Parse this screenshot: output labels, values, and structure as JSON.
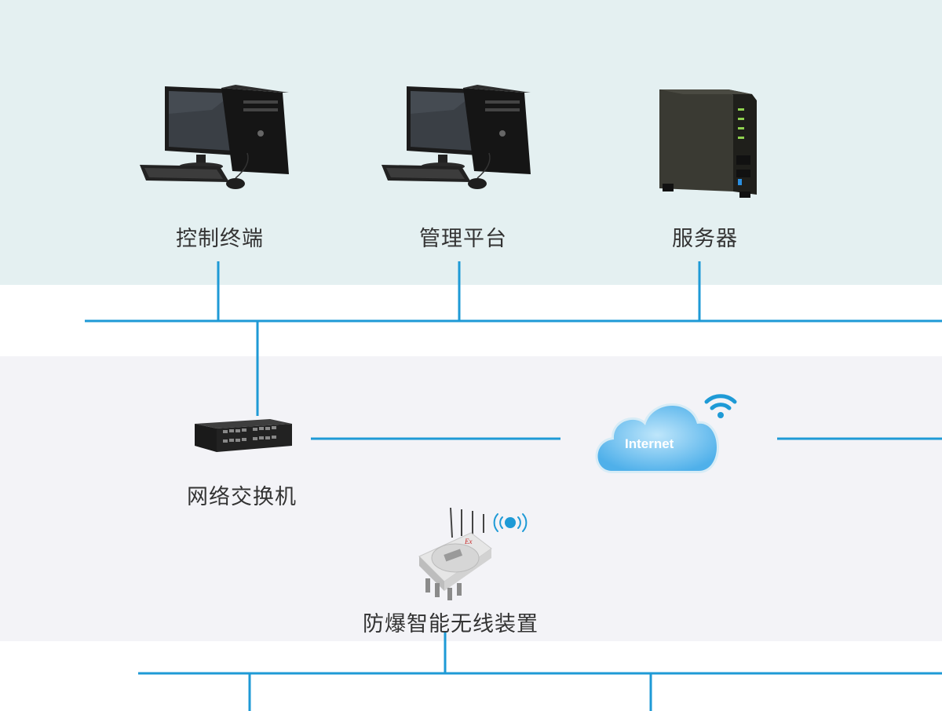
{
  "colors": {
    "top_band": "#e4f0f1",
    "middle_band": "#f3f3f7",
    "line": "#1e9ad6",
    "cloud": "#6fc0ee"
  },
  "nodes": {
    "terminal": {
      "label": "控制终端",
      "icon": "desktop-computer-icon"
    },
    "platform": {
      "label": "管理平台",
      "icon": "desktop-computer-icon"
    },
    "server": {
      "label": "服务器",
      "icon": "nas-server-icon"
    },
    "switch": {
      "label": "网络交换机",
      "icon": "rack-switch-icon"
    },
    "cloud": {
      "label": "Internet",
      "icon": "cloud-icon"
    },
    "device": {
      "label": "防爆智能无线装置",
      "icon": "explosion-proof-wireless-device-icon",
      "badge": "Ex"
    }
  }
}
